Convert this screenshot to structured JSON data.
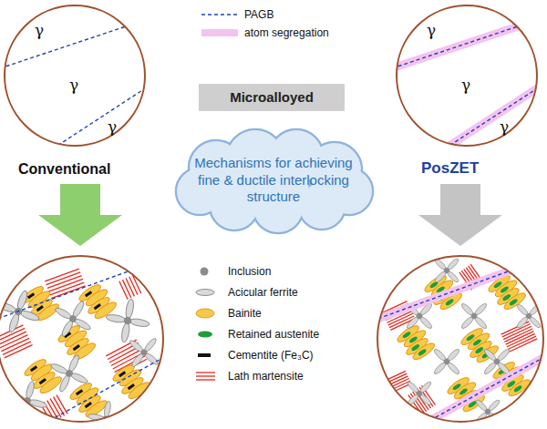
{
  "diagram": {
    "nodes": [
      {
        "text": [
          "γ",
          "γ",
          "γ"
        ]
      },
      {
        "text": [
          "γ",
          "γ",
          "γ"
        ]
      },
      {
        "text": [
          "Microalloyed"
        ]
      },
      {
        "text": [
          "Mechanisms for achieving fine & ductile interlocking structure"
        ]
      }
    ],
    "labels": [
      "Conventional",
      "PosZET"
    ],
    "legend": [
      {
        "text": "PAGB"
      },
      {
        "text": "atom segregation",
        "color": "#f5c3ef"
      },
      {
        "text": "Inclusion",
        "color": "#8c8c8c"
      },
      {
        "text": "Acicular ferrite",
        "color": "#d9d9d9"
      },
      {
        "text": "Bainite",
        "color": "#f7c948"
      },
      {
        "text": "Retained austenite",
        "color": "#1e9e3a"
      },
      {
        "text": "Cementite (Fe₃C)",
        "color": "#111111"
      },
      {
        "text": "Lath martensite"
      }
    ]
  }
}
